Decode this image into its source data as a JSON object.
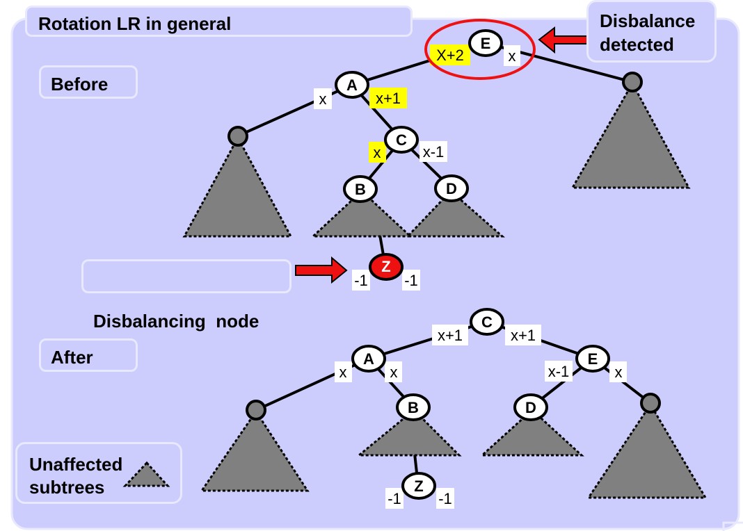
{
  "title": "Rotation LR in general",
  "labels": {
    "before": "Before",
    "after": "After",
    "disbalance_line1": "Disbalance",
    "disbalance_line2": "detected",
    "disbalancing_node": "Disbalancing  node",
    "unaffected_line1": "Unaffected",
    "unaffected_line2": "subtrees"
  },
  "colors": {
    "panel": "#cccdfd",
    "panel_border": "#e8e8ff",
    "subtree": "#808080",
    "highlight": "#ffff00",
    "alert": "#ee1111",
    "node_fill": "#ffffff",
    "leaf_node": "#808080"
  },
  "before_tree": {
    "nodes": {
      "E": "E",
      "A": "A",
      "C": "C",
      "B": "B",
      "D": "D",
      "Z": "Z"
    },
    "heights": {
      "E_left": "X+2",
      "E_right": "x",
      "A_left": "x",
      "A_right": "x+1",
      "C_left": "x",
      "C_right": "x-1",
      "Z_left": "-1",
      "Z_right": "-1"
    }
  },
  "after_tree": {
    "nodes": {
      "C": "C",
      "A": "A",
      "E": "E",
      "B": "B",
      "D": "D",
      "Z": "Z"
    },
    "heights": {
      "C_left": "x+1",
      "C_right": "x+1",
      "A_left": "x",
      "A_right": "x",
      "E_left": "x-1",
      "E_right": "x",
      "Z_left": "-1",
      "Z_right": "-1"
    }
  }
}
